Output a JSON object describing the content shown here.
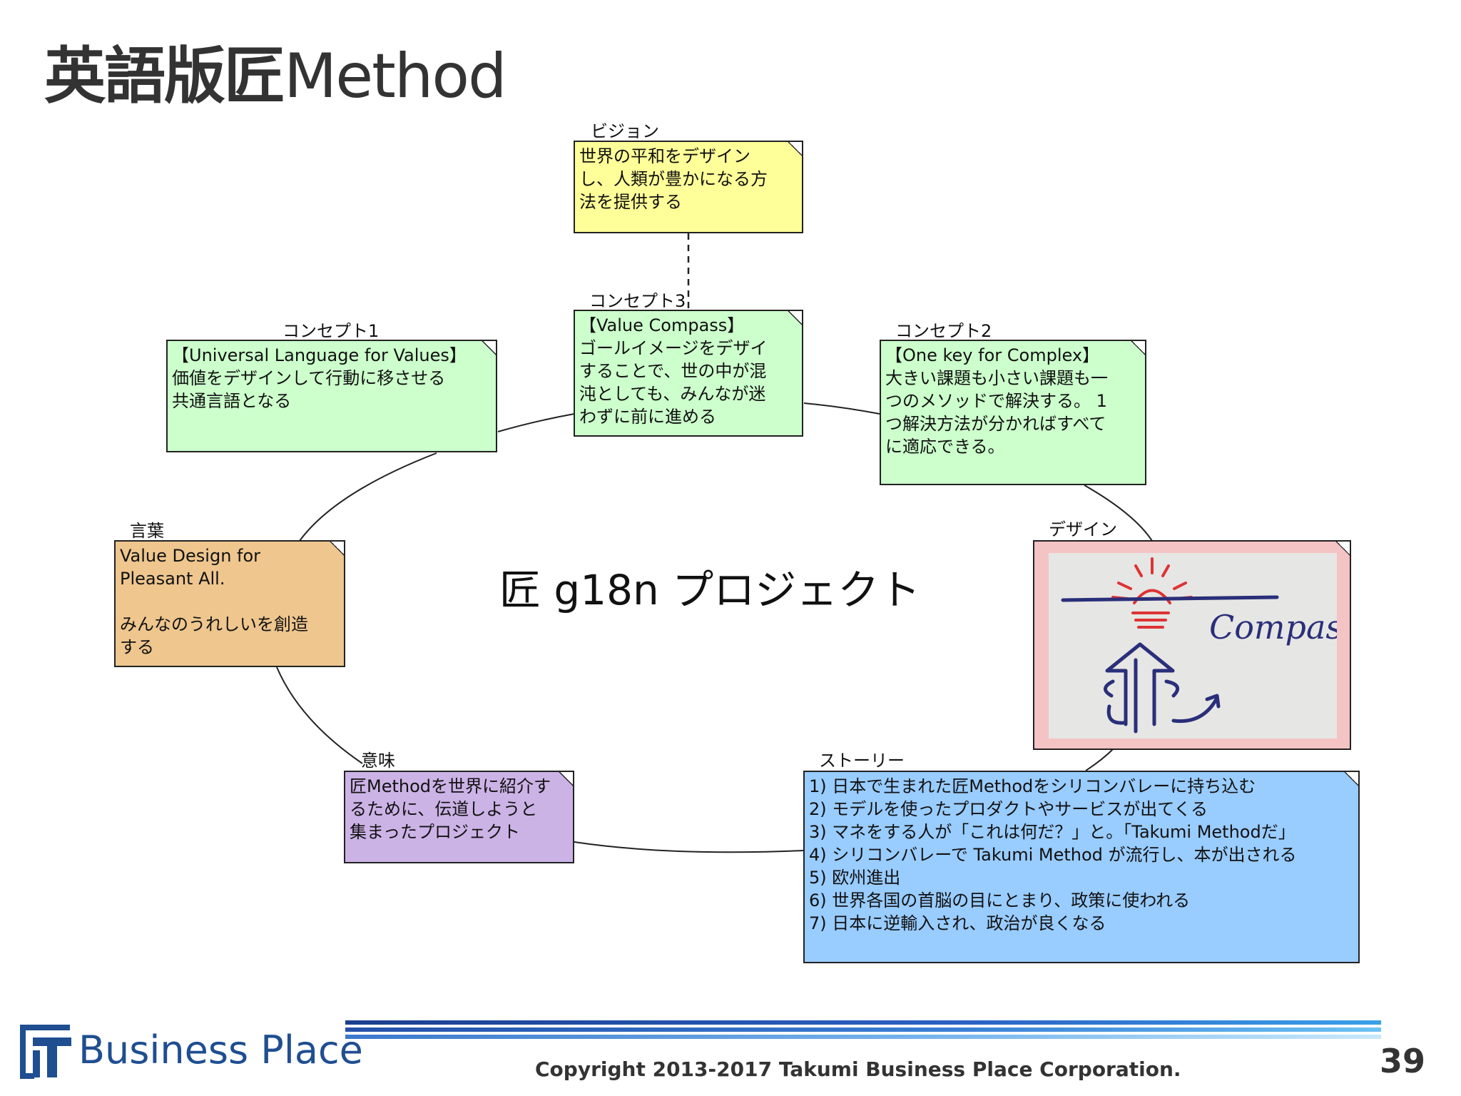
{
  "slide": {
    "title_kanji": "英語版匠",
    "title_latin": "Method",
    "center_title": "匠 g18n プロジェクト",
    "page_number": "39",
    "copyright": "Copyright  2013-2017 Takumi Business Place Corporation."
  },
  "logo": {
    "text": "Business Place",
    "color": "#1f4e91"
  },
  "nodes": {
    "vision": {
      "stereotype": "ビジョン",
      "lines": [
        "世界の平和をデザイン",
        "し、人類が豊かになる方",
        "法を提供する"
      ]
    },
    "concept3": {
      "stereotype": "コンセプト3",
      "lines": [
        "【Value Compass】",
        "ゴールイメージをデザイ",
        "することで、世の中が混",
        "沌としても、みんなが迷",
        "わずに前に進める"
      ]
    },
    "concept1": {
      "stereotype": "コンセプト1",
      "lines": [
        "【Universal Language for Values】",
        "価値をデザインして行動に移させる",
        "共通言語となる"
      ]
    },
    "concept2": {
      "stereotype": "コンセプト2",
      "lines": [
        "【One key for Complex】",
        "大きい課題も小さい課題も一",
        "つのメソッドで解決する。 1",
        "つ解決方法が分かればすべて",
        "に適応できる。"
      ]
    },
    "words": {
      "stereotype": "言葉",
      "lines": [
        "Value Design for",
        "Pleasant All.",
        "",
        "みんなのうれしいを創造",
        "する"
      ]
    },
    "design": {
      "stereotype": "デザイン",
      "sketch_text": "Compass"
    },
    "meaning": {
      "stereotype": "意味",
      "lines": [
        "匠Methodを世界に紹介す",
        "るために、伝道しようと",
        "集まったプロジェクト"
      ]
    },
    "story": {
      "stereotype": "ストーリー",
      "lines": [
        "1)  日本で生まれた匠Methodをシリコンバレーに持ち込む",
        "2) モデルを使ったプロダクトやサービスが出てくる",
        "3) マネをする人が「これは何だ？」と。「Takumi Methodだ」",
        "4) シリコンバレーで Takumi Method が流行し、本が出される",
        "5) 欧州進出",
        "6) 世界各国の首脳の目にとまり、政策に使われる",
        "7) 日本に逆輸入され、政治が良くなる"
      ]
    }
  },
  "colors": {
    "vision": "#ffff99",
    "concept": "#ccffcc",
    "words": "#eec68e",
    "design": "#f4c3c3",
    "meaning": "#ccb3e6",
    "story": "#99ccff"
  }
}
